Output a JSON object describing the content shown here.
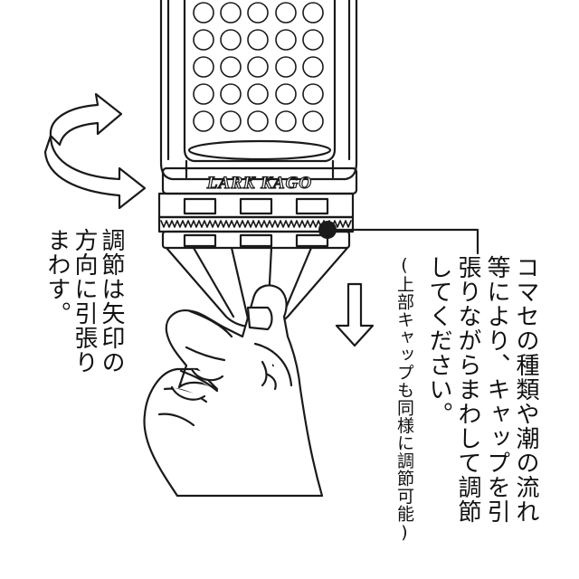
{
  "product": {
    "brand_text": "LARK KAGO"
  },
  "instructions": {
    "left_caption": [
      "調節は矢印の",
      "方向に引張り",
      "まわす。"
    ],
    "right_text": [
      "コマセの種類や潮の流れ",
      "等により、キャップを引",
      "張りながらまわして調節",
      "してください。"
    ],
    "right_note": "(上部キャップも同様に調節可能)"
  },
  "icons": {
    "rotate_arrow": "curved-arrow-icon",
    "pull_arrow": "down-arrow-icon"
  },
  "colors": {
    "line": "#1a1a1a",
    "arrow_fill": "#ffffff",
    "background": "#ffffff"
  }
}
